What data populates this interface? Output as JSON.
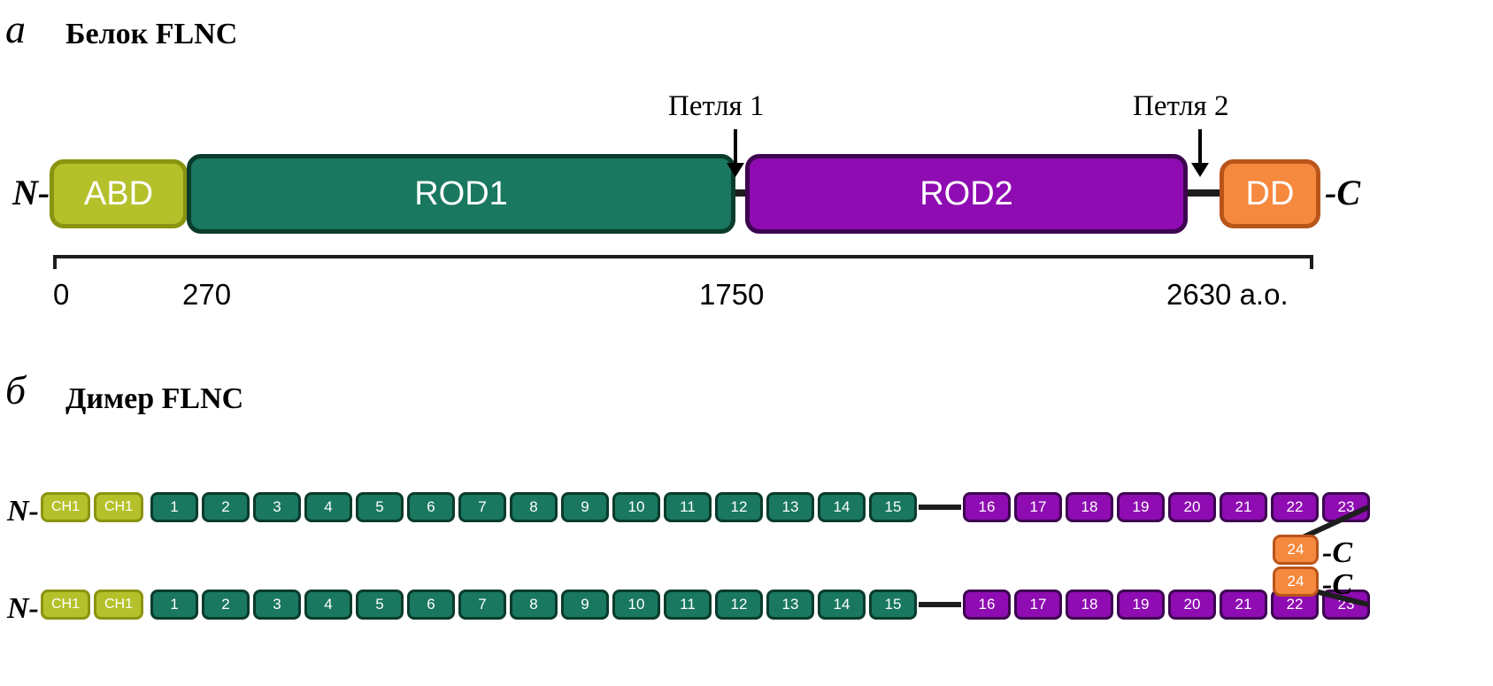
{
  "panels": {
    "a": {
      "letter": "а",
      "title": "Белок FLNC"
    },
    "b": {
      "letter": "б",
      "title": "Димер FLNC"
    }
  },
  "termini": {
    "n": "N-",
    "c": "-C"
  },
  "protein": {
    "domains": [
      {
        "name": "ABD",
        "label": "ABD",
        "fill": "#B5C12A",
        "stroke": "#8A9410"
      },
      {
        "name": "ROD1",
        "label": "ROD1",
        "fill": "#19785F",
        "stroke": "#0A3B2C"
      },
      {
        "name": "ROD2",
        "label": "ROD2",
        "fill": "#8E0CB2",
        "stroke": "#3D0550"
      },
      {
        "name": "DD",
        "label": "DD",
        "fill": "#F5893D",
        "stroke": "#B9541A"
      }
    ],
    "annotations": [
      {
        "name": "loop-1",
        "label": "Петля 1"
      },
      {
        "name": "loop-2",
        "label": "Петля 2"
      }
    ],
    "scale": {
      "ticks": [
        "0",
        "270",
        "1750",
        "2630 а.о."
      ],
      "unit": "а.о."
    }
  },
  "dimer": {
    "ch_label": "CH1",
    "ch_count": 2,
    "rod1_repeats": [
      "1",
      "2",
      "3",
      "4",
      "5",
      "6",
      "7",
      "8",
      "9",
      "10",
      "11",
      "12",
      "13",
      "14",
      "15"
    ],
    "rod2_repeats": [
      "16",
      "17",
      "18",
      "19",
      "20",
      "21",
      "22",
      "23"
    ],
    "dd_repeat": "24",
    "chains": 2,
    "colors": {
      "ch": "#B5C12A",
      "ch_stroke": "#8A9410",
      "rod1": "#19785F",
      "rod1_stroke": "#0A3B2C",
      "rod2": "#8E0CB2",
      "rod2_stroke": "#3D0550",
      "dd": "#F5893D",
      "dd_stroke": "#B9541A"
    }
  }
}
